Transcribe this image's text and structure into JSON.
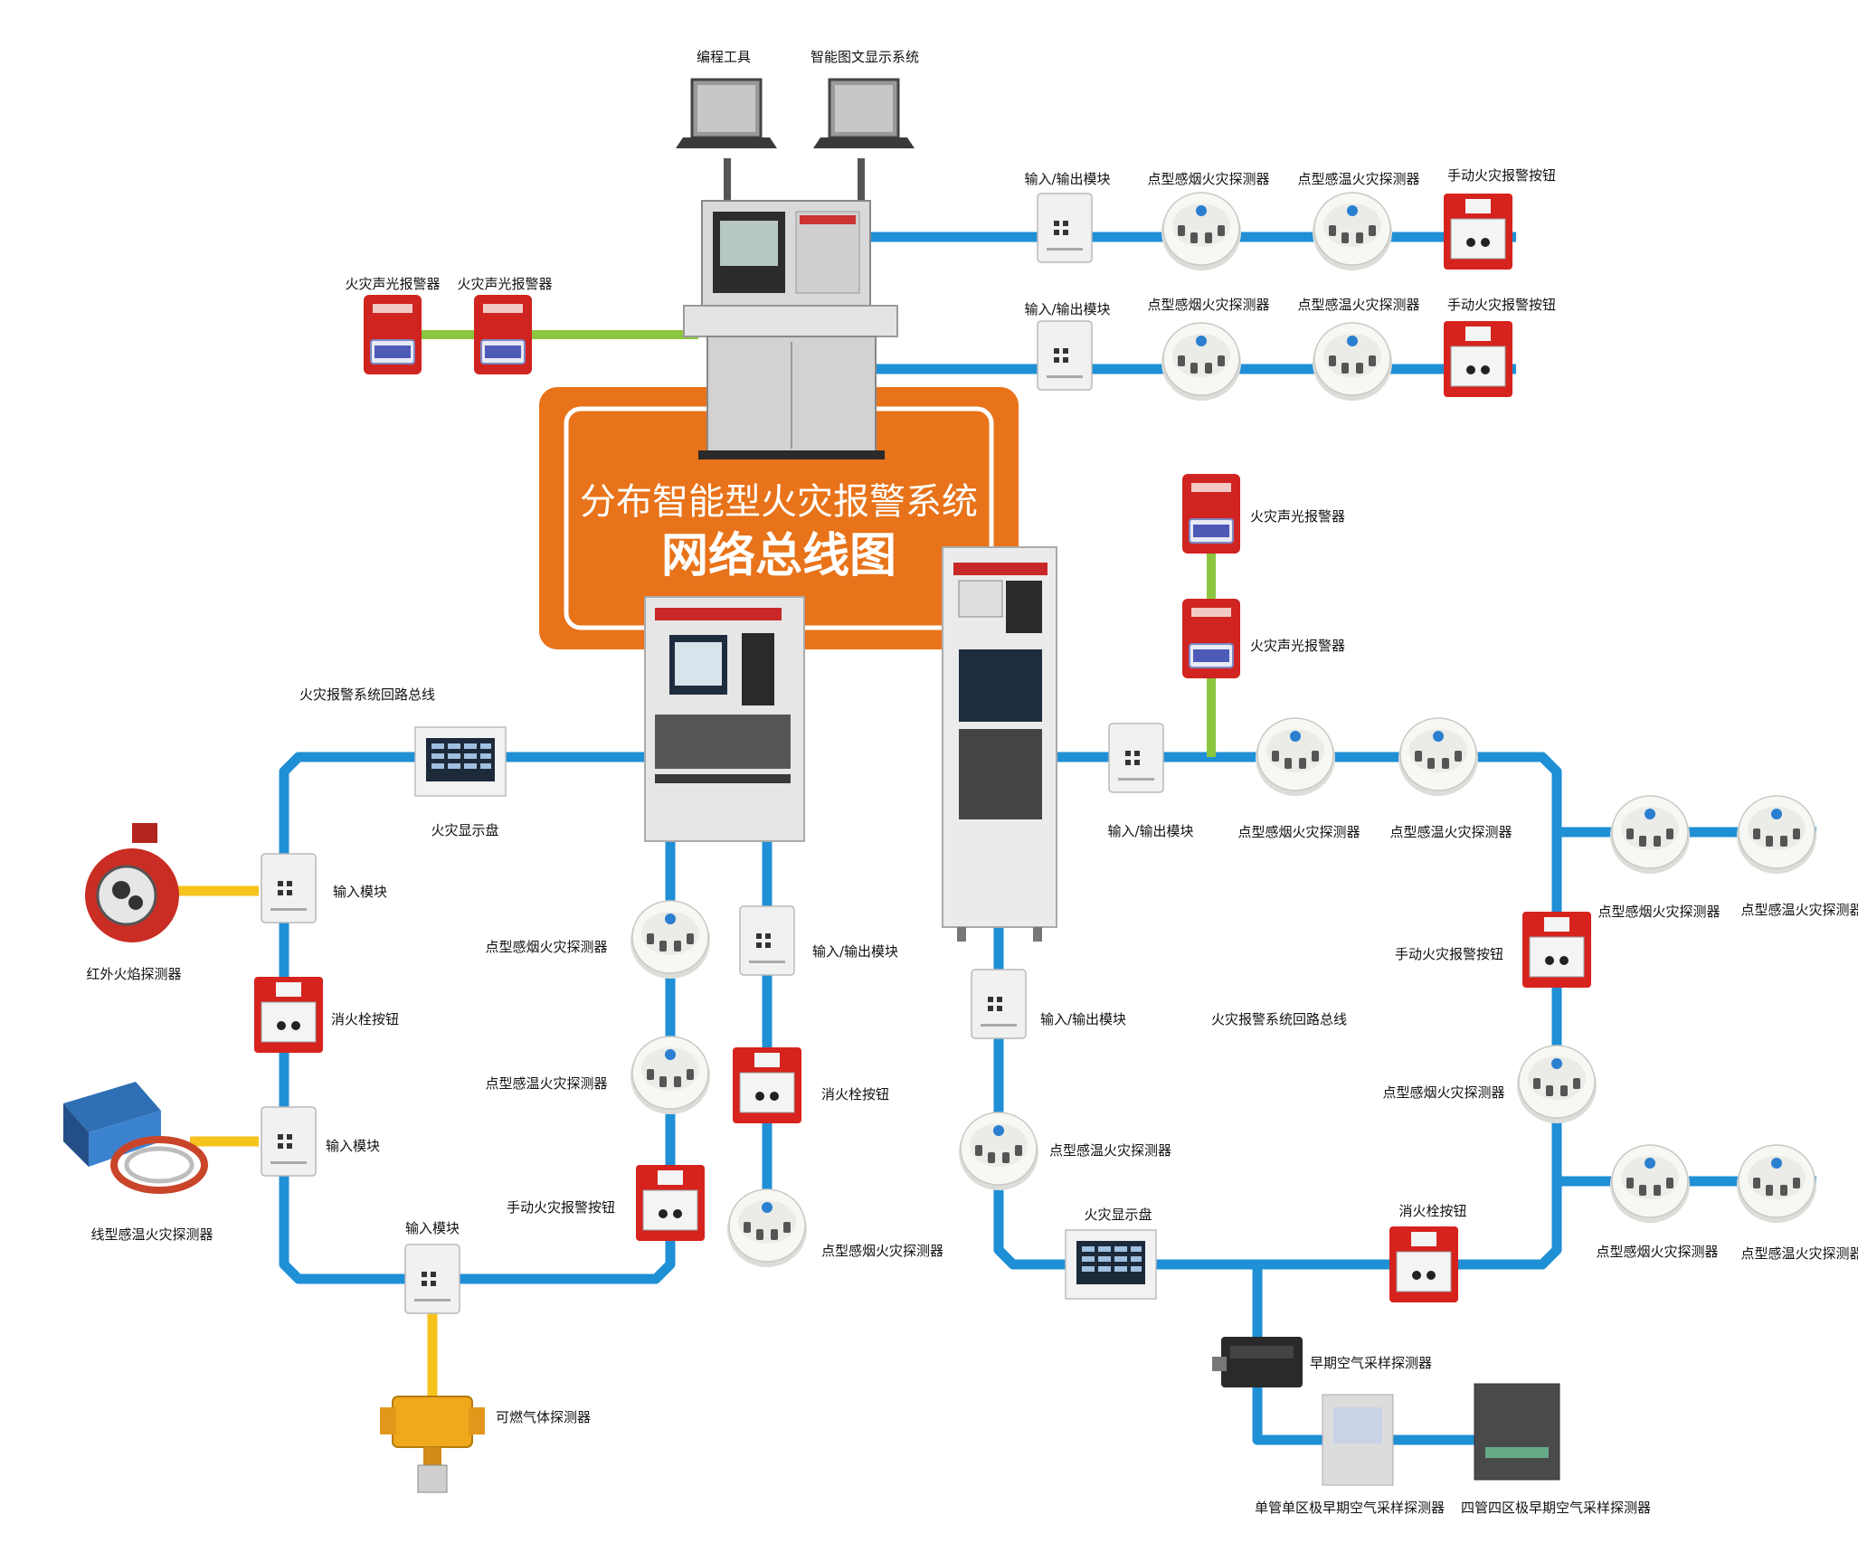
{
  "title": {
    "line1": "分布智能型火灾报警系统",
    "line2": "网络总线图"
  },
  "colors": {
    "bus_blue": "#1f8fd6",
    "branch_yellow": "#f6c21c",
    "branch_green": "#8cc63e",
    "banner_orange": "#e8731a",
    "device_red": "#d42a24"
  },
  "labels": {
    "programming_tool": "编程工具",
    "smart_display_system": "智能图文显示系统",
    "top_row1": {
      "io_module": "输入/输出模块",
      "smoke": "点型感烟火灾探测器",
      "heat": "点型感温火灾探测器",
      "manual": "手动火灾报警按钮"
    },
    "top_row2": {
      "io_module": "输入/输出模块",
      "smoke": "点型感烟火灾探测器",
      "heat": "点型感温火灾探测器",
      "manual": "手动火灾报警按钮"
    },
    "sounder_left_1": "火灾声光报警器",
    "sounder_left_2": "火灾声光报警器",
    "sounder_right_1": "火灾声光报警器",
    "sounder_right_2": "火灾声光报警器",
    "loop_bus_left": "火灾报警系统回路总线",
    "fire_display_left": "火灾显示盘",
    "input_module_1": "输入模块",
    "ir_flame": "红外火焰探测器",
    "hydrant_btn_left": "消火栓按钮",
    "input_module_2": "输入模块",
    "linear_heat": "线型感温火灾探测器",
    "input_module_3": "输入模块",
    "gas_detector": "可燃气体探测器",
    "col_a_smoke": "点型感烟火灾探测器",
    "col_a_heat": "点型感温火灾探测器",
    "col_a_manual": "手动火灾报警按钮",
    "col_b_io": "输入/输出模块",
    "col_b_hydrant": "消火栓按钮",
    "col_b_smoke": "点型感烟火灾探测器",
    "right_io_top": "输入/输出模块",
    "right_smoke_top": "点型感烟火灾探测器",
    "right_heat_top": "点型感温火灾探测器",
    "far_smoke_1": "点型感烟火灾探测器",
    "far_heat_1": "点型感温火灾探测器",
    "right_manual": "手动火灾报警按钮",
    "right_smoke_mid": "点型感烟火灾探测器",
    "far_smoke_2": "点型感烟火灾探测器",
    "far_heat_2": "点型感温火灾探测器",
    "right_io_low": "输入/输出模块",
    "loop_bus_right": "火灾报警系统回路总线",
    "right_heat_low": "点型感温火灾探测器",
    "fire_display_right": "火灾显示盘",
    "hydrant_btn_right": "消火栓按钮",
    "early_air": "早期空气采样探测器",
    "single_pipe": "单管单区极早期空气采样探测器",
    "four_pipe": "四管四区极早期空气采样探测器"
  }
}
